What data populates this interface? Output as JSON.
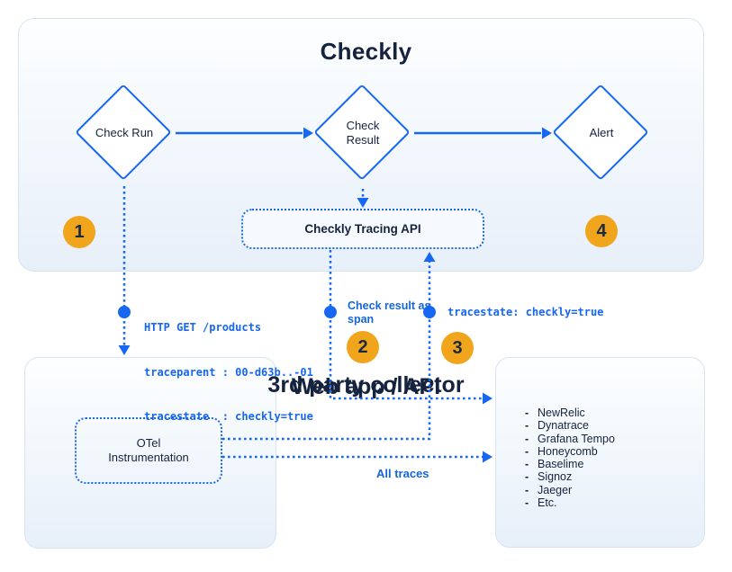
{
  "checkly": {
    "title": "Checkly",
    "nodes": {
      "check_run": "Check Run",
      "check_result": "Check Result",
      "alert": "Alert"
    },
    "tracing_api_label": "Checkly Tracing API"
  },
  "web_app": {
    "title": "Web app / API",
    "otel_label": "OTel Instrumentation"
  },
  "collector": {
    "title": "3rd party collector",
    "bullet": "-",
    "items": [
      "NewRelic",
      "Dynatrace",
      "Grafana Tempo",
      "Honeycomb",
      "Baselime",
      "Signoz",
      "Jaeger",
      "Etc."
    ]
  },
  "annotations": {
    "request_lines": [
      "HTTP GET /products",
      "traceparent : 00-d63b..-01",
      "tracestate  : checkly=true"
    ],
    "span_label": "Check result as span",
    "tracestate_label": "tracestate: checkly=true",
    "all_traces_label": "All traces"
  },
  "steps": [
    "1",
    "2",
    "3",
    "4"
  ],
  "colors": {
    "line_blue": "#1667F2",
    "label_blue": "#1565DB",
    "badge_orange": "#F1A51C",
    "text_navy": "#16233E",
    "panel_border": "#D9E3F0",
    "panel_fill_bottom": "#E7EFF9"
  }
}
